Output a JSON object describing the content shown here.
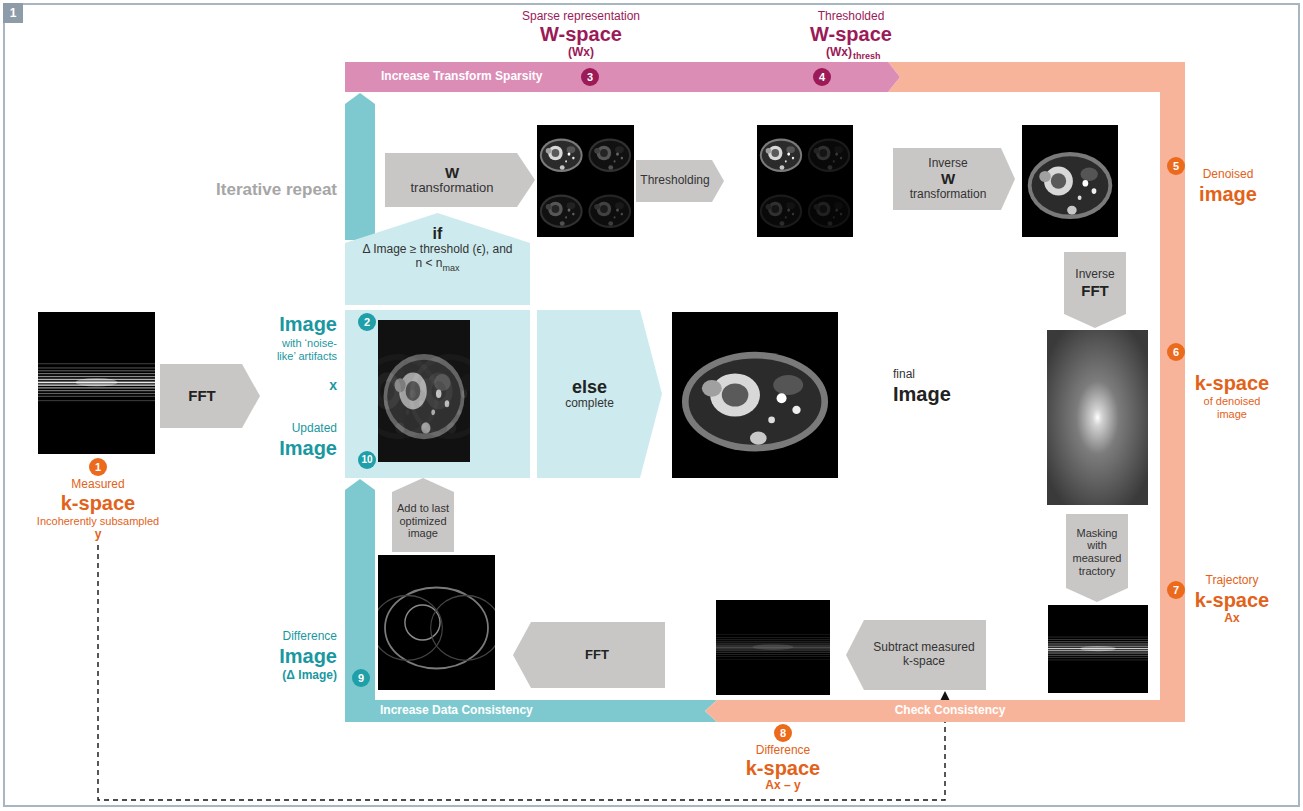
{
  "diagram": {
    "nodes": [
      {
        "text": [
          "Increase Transform Sparsity"
        ]
      },
      {
        "text": [
          "W",
          "transformation"
        ]
      },
      {
        "text": [
          "Thresholding"
        ]
      },
      {
        "text": [
          "Inverse",
          "W",
          "transformation"
        ]
      },
      {
        "text": [
          "if",
          "Δ Image ≥ threshold (ϵ), and n < n",
          "max"
        ]
      },
      {
        "text": [
          "Inverse",
          "FFT"
        ]
      },
      {
        "text": [
          "FFT"
        ]
      },
      {
        "text": [
          "Image",
          "with ‘noise-like’ artifacts",
          "x",
          "Updated",
          "Image"
        ]
      },
      {
        "text": [
          "else",
          "complete"
        ]
      },
      {
        "text": [
          "Measured",
          "k-space",
          "Incoherently subsampled",
          "y"
        ]
      },
      {
        "text": [
          "Add to last optimized image"
        ]
      },
      {
        "text": [
          "Masking with measured tractory"
        ]
      },
      {
        "text": [
          "FFT"
        ]
      },
      {
        "text": [
          "Subtract measured k-space"
        ]
      },
      {
        "text": [
          "Increase Data Consistency"
        ]
      },
      {
        "text": [
          "Check Consistency"
        ]
      }
    ],
    "edges": [
      {
        "from": 9,
        "to": 13,
        "arrow": "to"
      }
    ],
    "labels": [
      "1",
      "Sparse representation",
      "W-space",
      "(Wx)",
      "Thresholded",
      "W-space",
      "(Wx)",
      "thresh",
      "3",
      "4",
      "Iterative repeat",
      "5",
      "Denoised",
      "image",
      "6",
      "k-space",
      "of denoised image",
      "7",
      "Trajectory",
      "k-space",
      "Ax",
      "8",
      "Difference",
      "k-space",
      "Ax – y",
      "9",
      "Difference",
      "Image",
      "(Δ Image)",
      "2",
      "10",
      "final",
      "Image",
      "1"
    ]
  }
}
